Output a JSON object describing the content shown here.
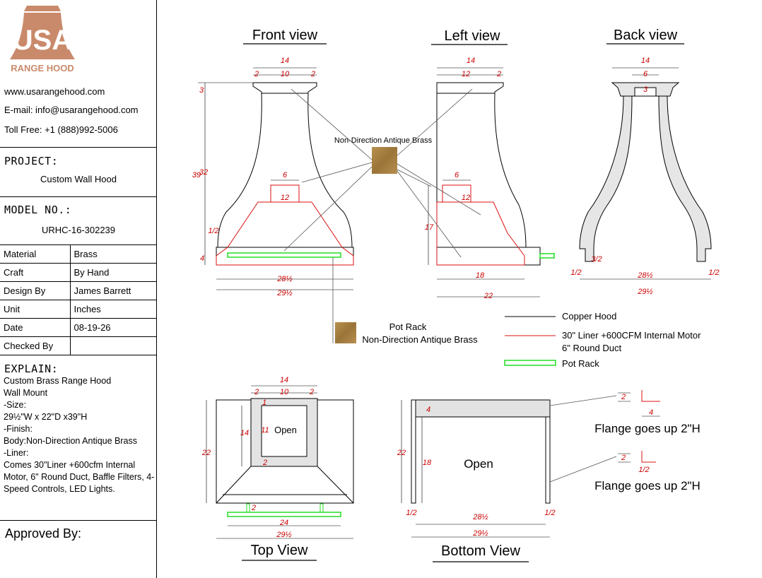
{
  "brand": {
    "logo_text": "USA",
    "logo_subtext": "RANGE HOOD",
    "logo_color": "#c98a6b"
  },
  "contact": {
    "website": "www.usarangehood.com",
    "email": "E-mail: info@usarangehood.com",
    "phone": "Toll Free: +1 (888)992-5006"
  },
  "project": {
    "label": "PROJECT:",
    "value": "Custom Wall Hood"
  },
  "model": {
    "label": "MODEL NO.:",
    "value": "URHC-16-302239"
  },
  "meta_rows": [
    {
      "key": "Material",
      "value": "Brass"
    },
    {
      "key": "Craft",
      "value": "By Hand"
    },
    {
      "key": "Design By",
      "value": "James Barrett"
    },
    {
      "key": "Unit",
      "value": "Inches"
    },
    {
      "key": "Date",
      "value": "08-19-26"
    },
    {
      "key": "Checked By",
      "value": ""
    }
  ],
  "explain": {
    "label": "EXPLAIN:",
    "lines": [
      "Custom Brass Range Hood",
      "Wall Mount",
      "-Size:",
      "29½\"W x 22\"D x39\"H",
      "-Finish:",
      "Body:Non-Direction Antique Brass",
      "-Liner:",
      "Comes 30\"Liner +600cfm Internal Motor, 6\" Round Duct, Baffle Filters, 4-Speed Controls, LED Lights."
    ]
  },
  "approved_by": "Approved By:",
  "views": {
    "front": "Front view",
    "left": "Left view",
    "back": "Back view",
    "top": "Top View",
    "bottom": "Bottom View"
  },
  "callouts": {
    "finish": "Non-Direction Antique Brass",
    "pot_rack_title": "Pot Rack",
    "pot_rack_finish": "Non-Direction Antique Brass",
    "open_top": "Open",
    "open_bottom": "Open",
    "flange_1": "Flange goes up 2\"H",
    "flange_2": "Flange goes up 2\"H"
  },
  "legend": [
    {
      "label": "Copper Hood",
      "color": "#000000"
    },
    {
      "label": "30\" Liner +600CFM Internal Motor",
      "label2": "6\" Round Duct",
      "color": "#dd1111"
    },
    {
      "label": "Pot Rack",
      "color": "#22dd22"
    }
  ],
  "dims": {
    "front": {
      "top_w": "14",
      "left_flange": "2",
      "mid": "10",
      "right_flange": "2",
      "collar_h": "3",
      "height": "39",
      "height2": "32",
      "duct_w": "6",
      "liner_top": "12",
      "half": "1/2",
      "band": "4",
      "inner_w": "28½",
      "outer_w": "29½"
    },
    "left": {
      "top_w": "14",
      "mid": "12",
      "right": "2",
      "duct_w": "6",
      "liner_top": "12",
      "liner_h": "17",
      "liner_w": "18",
      "depth": "22"
    },
    "back": {
      "top_w": "14",
      "mid": "6",
      "slot": "3",
      "half_inner": "3/2",
      "half_left": "1/2",
      "inner_w": "28½",
      "half_right": "1/2",
      "outer_w": "29½"
    },
    "top": {
      "top_w": "14",
      "left_flange": "2",
      "mid": "10",
      "right_flange": "2",
      "top_mark": "1",
      "open_h": "14",
      "inner": "11",
      "bottom_gap": "2",
      "depth": "22",
      "rack_gap": "2",
      "rack_w": "24",
      "outer_w": "29½"
    },
    "bottom": {
      "band": "4",
      "depth": "22",
      "open_h": "18",
      "half_left": "1/2",
      "inner_w": "28½",
      "half_right": "1/2",
      "outer_w": "29½",
      "flange_depth": "2",
      "flange_w": "4",
      "flange2_depth": "2",
      "flange2_half": "1/2"
    }
  }
}
